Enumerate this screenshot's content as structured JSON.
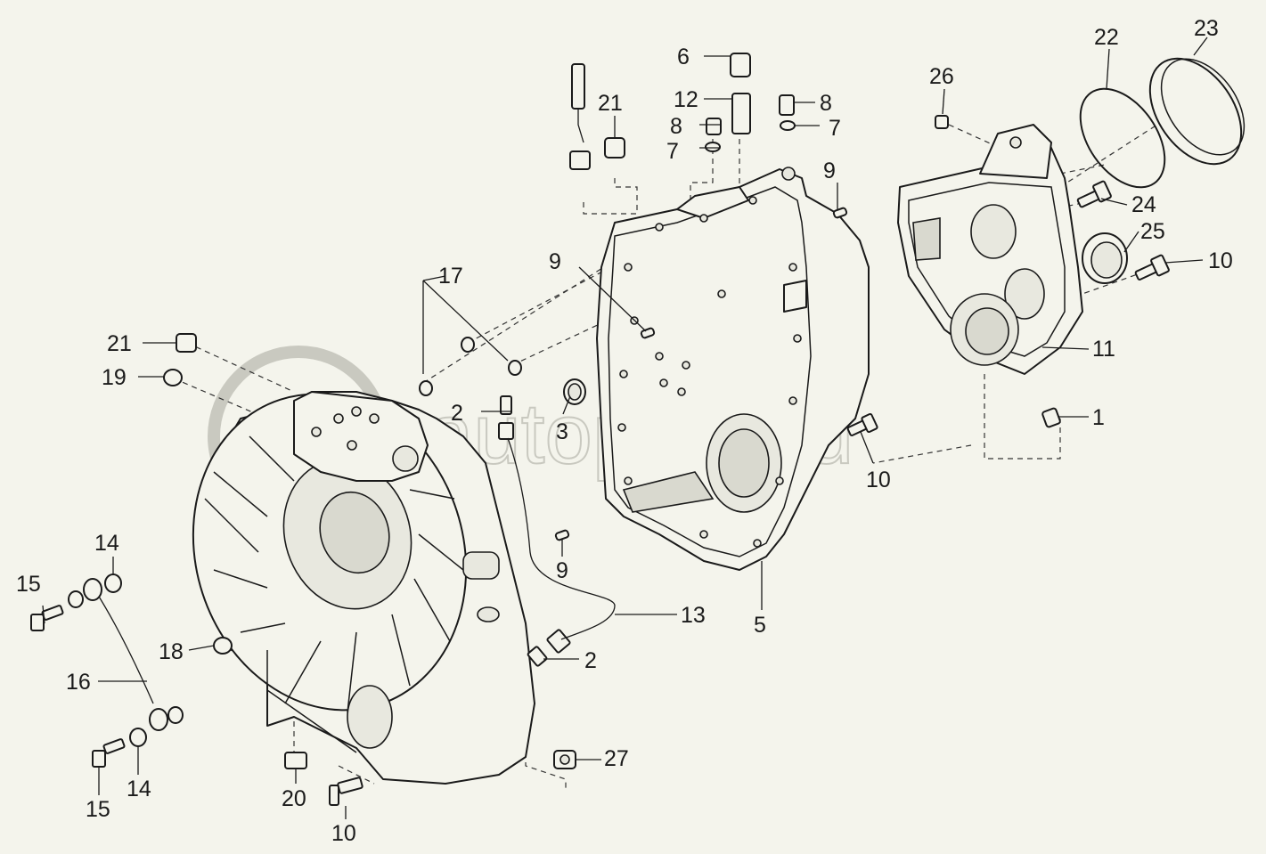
{
  "watermark": "autopiter.ru",
  "callouts": [
    {
      "id": "c1",
      "label": "1"
    },
    {
      "id": "c2a",
      "label": "2"
    },
    {
      "id": "c2b",
      "label": "2"
    },
    {
      "id": "c3",
      "label": "3"
    },
    {
      "id": "c5",
      "label": "5"
    },
    {
      "id": "c6",
      "label": "6"
    },
    {
      "id": "c7a",
      "label": "7"
    },
    {
      "id": "c7b",
      "label": "7"
    },
    {
      "id": "c8a",
      "label": "8"
    },
    {
      "id": "c8b",
      "label": "8"
    },
    {
      "id": "c9a",
      "label": "9"
    },
    {
      "id": "c9b",
      "label": "9"
    },
    {
      "id": "c9c",
      "label": "9"
    },
    {
      "id": "c10a",
      "label": "10"
    },
    {
      "id": "c10b",
      "label": "10"
    },
    {
      "id": "c10c",
      "label": "10"
    },
    {
      "id": "c11",
      "label": "11"
    },
    {
      "id": "c12",
      "label": "12"
    },
    {
      "id": "c13",
      "label": "13"
    },
    {
      "id": "c14a",
      "label": "14"
    },
    {
      "id": "c14b",
      "label": "14"
    },
    {
      "id": "c15a",
      "label": "15"
    },
    {
      "id": "c15b",
      "label": "15"
    },
    {
      "id": "c16",
      "label": "16"
    },
    {
      "id": "c17",
      "label": "17"
    },
    {
      "id": "c18",
      "label": "18"
    },
    {
      "id": "c19",
      "label": "19"
    },
    {
      "id": "c20",
      "label": "20"
    },
    {
      "id": "c21a",
      "label": "21"
    },
    {
      "id": "c21b",
      "label": "21"
    },
    {
      "id": "c22",
      "label": "22"
    },
    {
      "id": "c23",
      "label": "23"
    },
    {
      "id": "c24",
      "label": "24"
    },
    {
      "id": "c25",
      "label": "25"
    },
    {
      "id": "c26",
      "label": "26"
    },
    {
      "id": "c27",
      "label": "27"
    }
  ]
}
